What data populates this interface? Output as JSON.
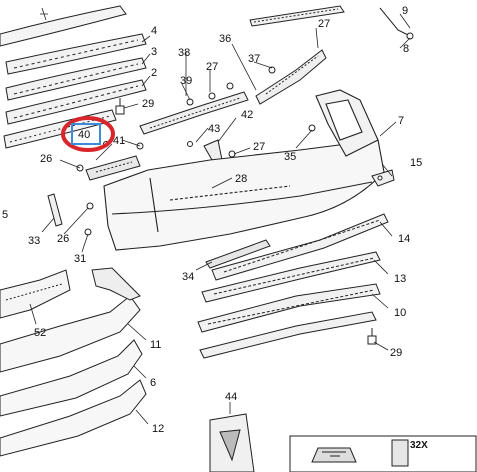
{
  "diagram": {
    "callouts": [
      {
        "id": "c9",
        "text": "9"
      },
      {
        "id": "c8",
        "text": "8"
      },
      {
        "id": "c27a",
        "text": "27"
      },
      {
        "id": "c4",
        "text": "4"
      },
      {
        "id": "c3",
        "text": "3"
      },
      {
        "id": "c38",
        "text": "38"
      },
      {
        "id": "c36",
        "text": "36"
      },
      {
        "id": "c37",
        "text": "37"
      },
      {
        "id": "c2",
        "text": "2"
      },
      {
        "id": "c27b",
        "text": "27"
      },
      {
        "id": "c39",
        "text": "39"
      },
      {
        "id": "c29a",
        "text": "29"
      },
      {
        "id": "c42",
        "text": "42"
      },
      {
        "id": "c43",
        "text": "43"
      },
      {
        "id": "c40",
        "text": "40"
      },
      {
        "id": "c41",
        "text": "41"
      },
      {
        "id": "c7",
        "text": "7"
      },
      {
        "id": "c27c",
        "text": "27"
      },
      {
        "id": "c35",
        "text": "35"
      },
      {
        "id": "c26a",
        "text": "26"
      },
      {
        "id": "c15",
        "text": "15"
      },
      {
        "id": "c28",
        "text": "28"
      },
      {
        "id": "c5",
        "text": "5"
      },
      {
        "id": "c33",
        "text": "33"
      },
      {
        "id": "c26b",
        "text": "26"
      },
      {
        "id": "c14",
        "text": "14"
      },
      {
        "id": "c31",
        "text": "31"
      },
      {
        "id": "c34",
        "text": "34"
      },
      {
        "id": "c13",
        "text": "13"
      },
      {
        "id": "c10",
        "text": "10"
      },
      {
        "id": "c52",
        "text": "52"
      },
      {
        "id": "c11",
        "text": "11"
      },
      {
        "id": "c29b",
        "text": "29"
      },
      {
        "id": "c6",
        "text": "6"
      },
      {
        "id": "c44",
        "text": "44"
      },
      {
        "id": "c12",
        "text": "12"
      }
    ],
    "highlight": {
      "target": "40",
      "color": "#d9262b"
    },
    "info_box": {
      "count": "32X"
    }
  }
}
